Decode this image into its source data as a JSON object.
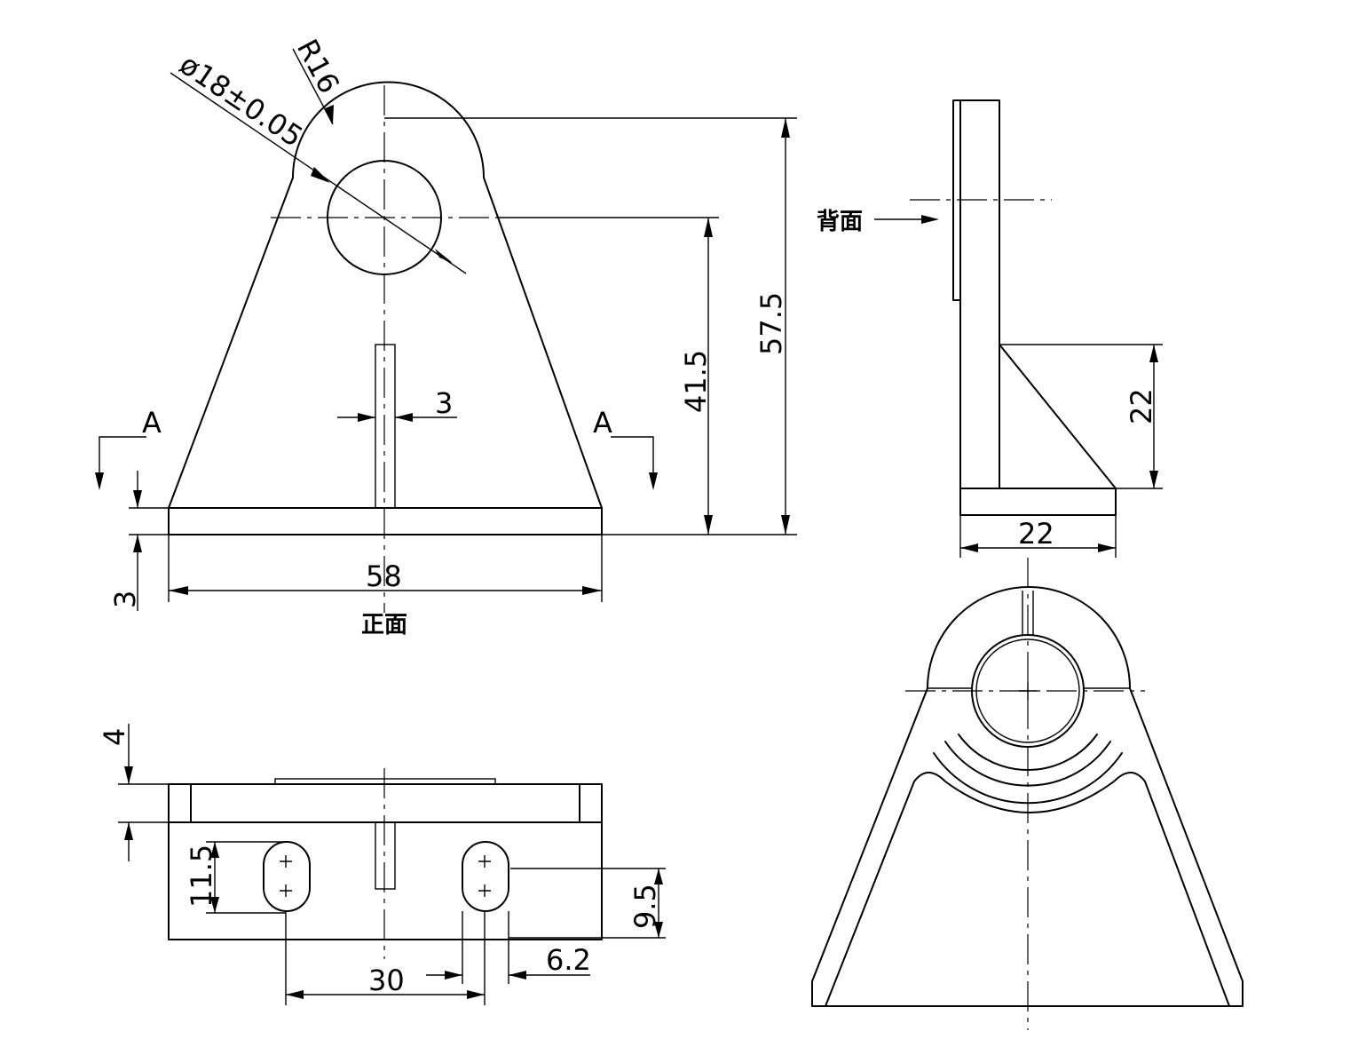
{
  "views": {
    "front_label": "正面",
    "back_label": "背面"
  },
  "dimensions": {
    "hole_diameter": "ø18±0.05",
    "radius": "R16",
    "width": "58",
    "total_height": "57.5",
    "center_height": "41.5",
    "base_thickness": "3",
    "rib_thickness": "3",
    "rib_height": "22",
    "side_depth": "22",
    "flange": "4",
    "slot_length_left": "11.5",
    "slot_length_right": "9.5",
    "slot_pitch": "30",
    "slot_width": "6.2"
  },
  "section_marks": {
    "left": "A",
    "right": "A"
  }
}
